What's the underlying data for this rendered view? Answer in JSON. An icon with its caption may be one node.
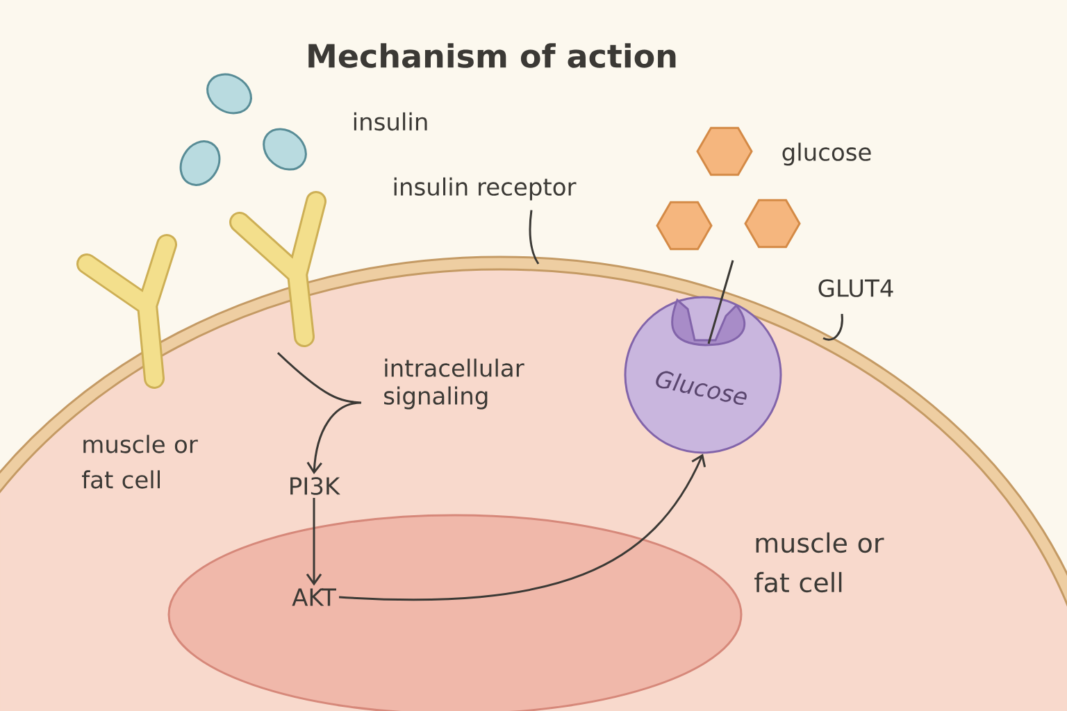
{
  "diagram": {
    "title": "Mechanism of action",
    "nodes": [
      {
        "text": [
          "insulin receptor"
        ]
      },
      {
        "text": [],
        "shape": "picture"
      },
      {
        "text": [
          "PI3K"
        ]
      },
      {
        "text": [
          "AKT"
        ]
      },
      {
        "text": [
          "Glucose"
        ]
      },
      {
        "text": [
          "GLUT4"
        ]
      }
    ],
    "edges": [
      {
        "from": 0,
        "to": null,
        "arrow": "none"
      },
      {
        "from": 1,
        "to": 2,
        "arrow": "to",
        "label": "intracellular signaling"
      },
      {
        "from": 2,
        "to": 3,
        "arrow": "to"
      },
      {
        "from": 3,
        "to": 4,
        "arrow": "to"
      },
      {
        "from": 5,
        "to": null,
        "arrow": "none"
      }
    ],
    "labels": [
      "insulin",
      "glucose",
      "muscle or fat cell",
      "muscle or fat cell"
    ]
  }
}
